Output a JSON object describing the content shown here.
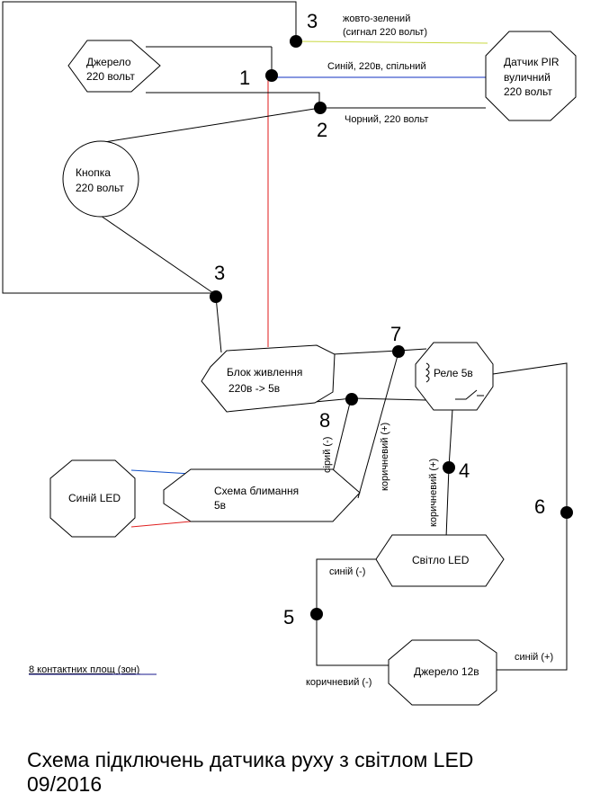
{
  "colors": {
    "wire": "#000000",
    "yellow_green": "#c8d840",
    "blue": "#1030c0",
    "red": "#e01818",
    "led_blue": "#1050c8",
    "led_red": "#e02020"
  },
  "nodes": {
    "source220": [
      "Джерело",
      "220 вольт"
    ],
    "pir": [
      "Датчик PIR",
      "вуличний",
      "220 вольт"
    ],
    "button": [
      "Кнопка",
      "220 вольт"
    ],
    "psu": [
      "Блок живлення",
      "220в -> 5в"
    ],
    "relay": [
      "Реле 5в"
    ],
    "blue_led": [
      "Синій LED"
    ],
    "blink": [
      "Схема блимання",
      "5в"
    ],
    "light_led": [
      "Світло LED"
    ],
    "source12": [
      "Джерело 12в"
    ]
  },
  "wires": {
    "yellow_green": [
      "жовто-зелений",
      "(сигнал 220 вольт)"
    ],
    "blue_220": "Синій, 220в, спільний",
    "black_220": "Чорний, 220 вольт",
    "grey_minus": "сірий (-)",
    "brown_plus_a": "коричневий (+)",
    "brown_plus_b": "коричневий (+)",
    "blue_minus": "синій (-)",
    "brown_minus": "коричневий (-)",
    "blue_plus": "синій (+)"
  },
  "points": {
    "p1": "1",
    "p2": "2",
    "p3_top": "3",
    "p3_mid": "3",
    "p4": "4",
    "p5": "5",
    "p6": "6",
    "p7": "7",
    "p8": "8"
  },
  "note": "8 контактних площ (зон)",
  "caption": {
    "line1": "Схема підключень датчика руху з світлом LED",
    "line2": "09/2016"
  }
}
